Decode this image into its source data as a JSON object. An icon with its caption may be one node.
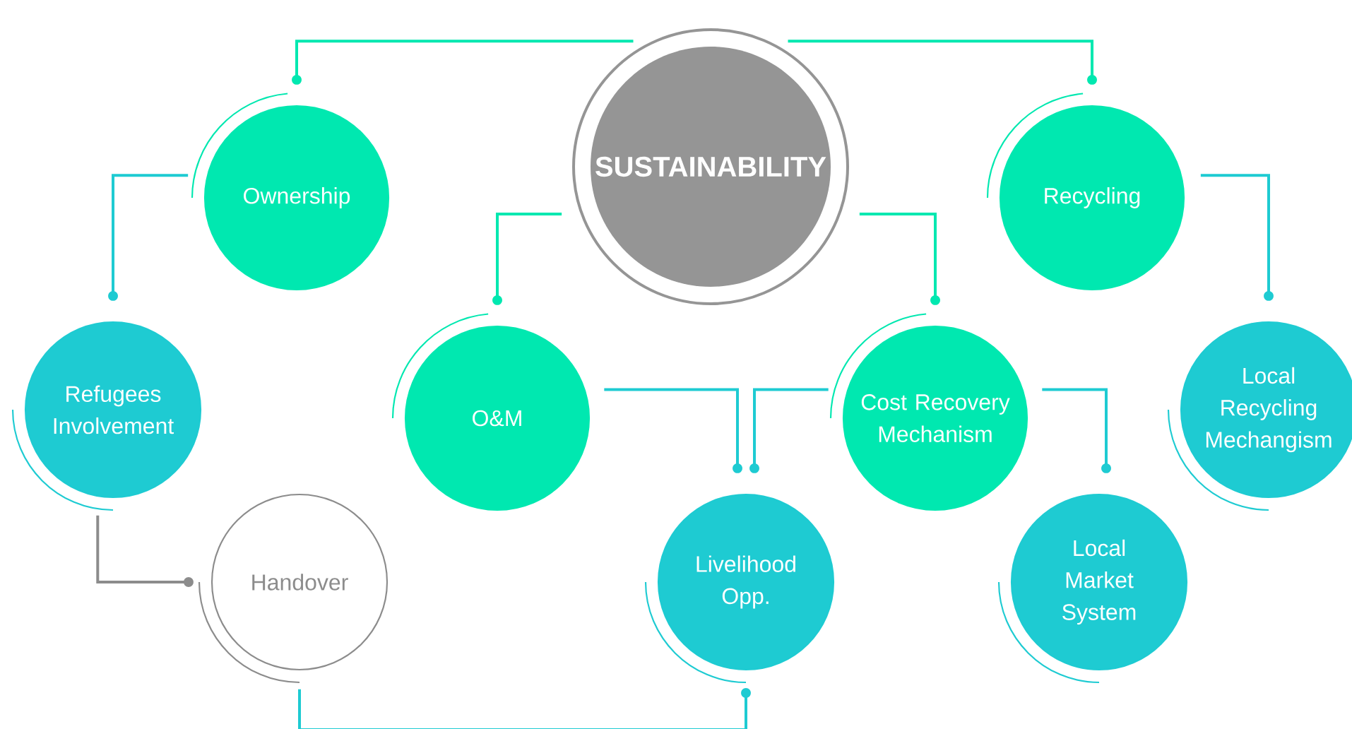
{
  "diagram": {
    "nodes": [
      {
        "text": [
          "SUSTAINABILITY"
        ]
      },
      {
        "text": [
          "Ownership"
        ]
      },
      {
        "text": [
          "Recycling"
        ]
      },
      {
        "text": [
          "Refugees Involvement"
        ]
      },
      {
        "text": [
          "O&M"
        ]
      },
      {
        "text": [
          "Cost Recovery Mechanism"
        ]
      },
      {
        "text": [
          "Local Recycling Mechangism"
        ]
      },
      {
        "text": [
          "Handover"
        ]
      },
      {
        "text": [
          "Livelihood Opp."
        ]
      },
      {
        "text": [
          "Local Market System"
        ]
      }
    ],
    "edges": [
      {
        "from": 0,
        "to": 1,
        "arrow": "other",
        "color": "#00e8b0"
      },
      {
        "from": 0,
        "to": 2,
        "arrow": "other",
        "color": "#00e8b0"
      },
      {
        "from": 1,
        "to": 3,
        "arrow": "other"
      },
      {
        "from": 0,
        "to": 4,
        "arrow": "other",
        "color": "#00e8b0"
      },
      {
        "from": 0,
        "to": 5,
        "arrow": "other",
        "color": "#00e8b0"
      },
      {
        "from": 2,
        "to": 6,
        "arrow": "other"
      },
      {
        "from": 4,
        "to": 8,
        "arrow": "other"
      },
      {
        "from": 5,
        "to": 8,
        "arrow": "other"
      },
      {
        "from": 5,
        "to": 9,
        "arrow": "other"
      },
      {
        "from": 3,
        "to": 7,
        "arrow": "other",
        "color": "#8c8c8c"
      },
      {
        "from": 7,
        "to": 8,
        "arrow": "other"
      }
    ]
  }
}
